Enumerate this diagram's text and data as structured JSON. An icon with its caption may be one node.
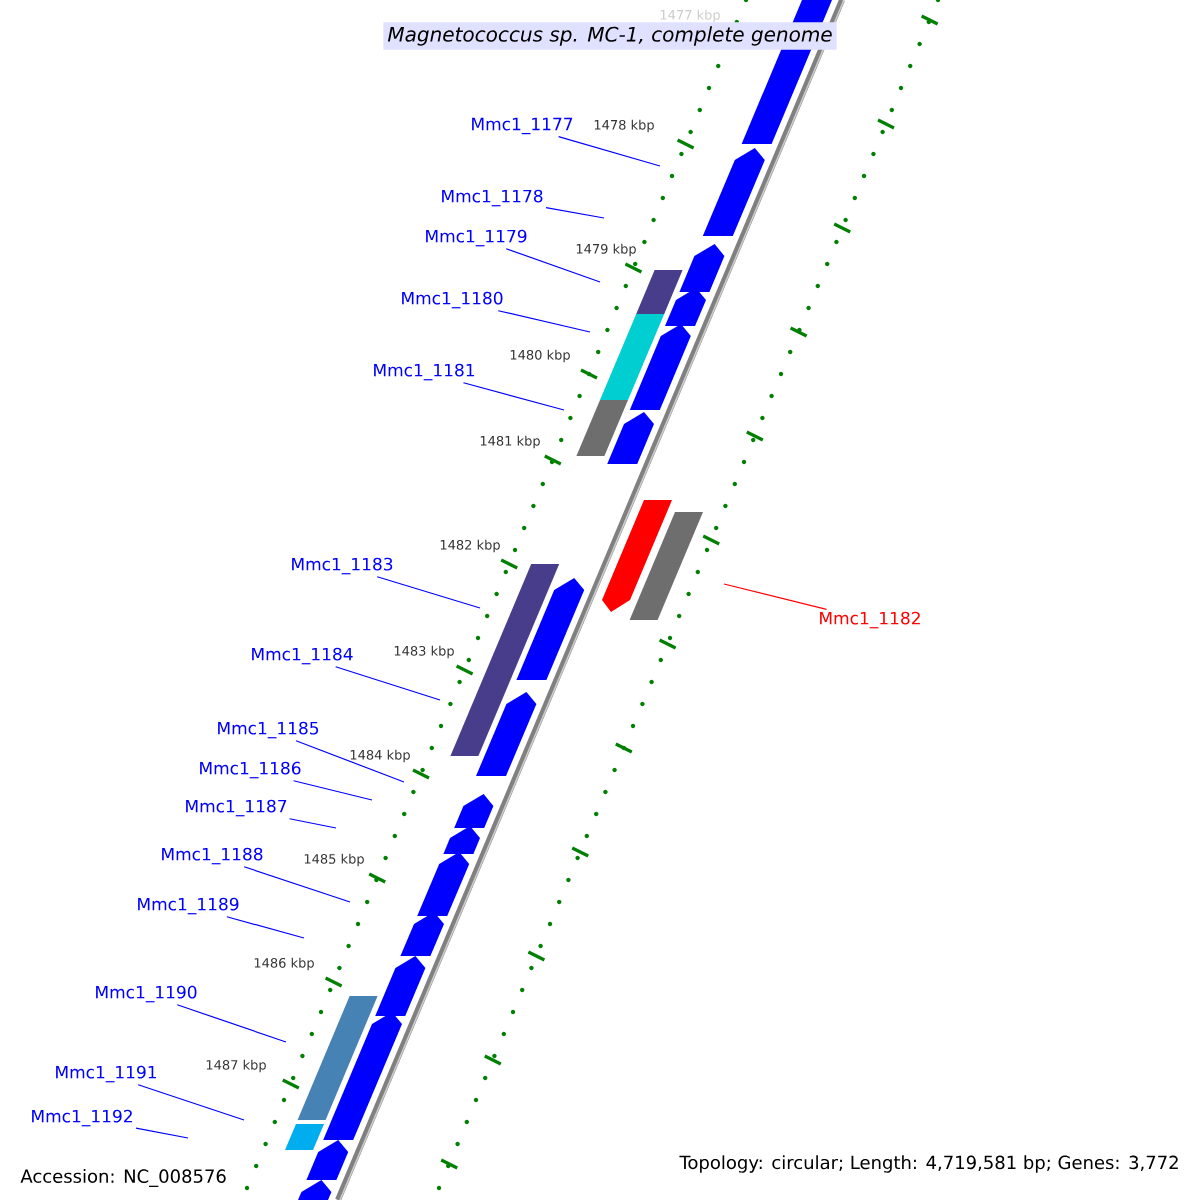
{
  "diagram": {
    "title": "Magnetococcus sp. MC-1, complete genome",
    "nodes": [
      {
        "text": [
          "Mmc1_1177"
        ]
      },
      {
        "text": [
          "Mmc1_1178"
        ]
      },
      {
        "text": [
          "Mmc1_1179"
        ]
      },
      {
        "text": [
          "Mmc1_1180"
        ]
      },
      {
        "text": [
          "Mmc1_1181"
        ]
      },
      {
        "text": [
          "Mmc1_1183"
        ]
      },
      {
        "text": [
          "Mmc1_1182"
        ]
      },
      {
        "text": [
          "Mmc1_1184"
        ]
      },
      {
        "text": [
          "Mmc1_1185"
        ]
      },
      {
        "text": [
          "Mmc1_1186"
        ]
      },
      {
        "text": [
          "Mmc1_1187"
        ]
      },
      {
        "text": [
          "Mmc1_1188"
        ]
      },
      {
        "text": [
          "Mmc1_1189"
        ]
      },
      {
        "text": [
          "Mmc1_1190"
        ]
      },
      {
        "text": [
          "Mmc1_1191"
        ]
      },
      {
        "text": [
          "Mmc1_1192"
        ]
      }
    ],
    "edges": [
      {
        "from": 0,
        "to": null,
        "arrow": "none"
      },
      {
        "from": 1,
        "to": null,
        "arrow": "none"
      },
      {
        "from": 2,
        "to": null,
        "arrow": "none"
      },
      {
        "from": 3,
        "to": null,
        "arrow": "none"
      },
      {
        "from": 4,
        "to": null,
        "arrow": "none"
      },
      {
        "from": 5,
        "to": null,
        "arrow": "none"
      },
      {
        "from": 6,
        "to": null,
        "arrow": "none",
        "color": "#ff0000"
      },
      {
        "from": 7,
        "to": null,
        "arrow": "none"
      },
      {
        "from": 8,
        "to": null,
        "arrow": "none"
      },
      {
        "from": 9,
        "to": null,
        "arrow": "none"
      },
      {
        "from": 10,
        "to": null,
        "arrow": "none"
      },
      {
        "from": 11,
        "to": null,
        "arrow": "none"
      },
      {
        "from": 12,
        "to": null,
        "arrow": "none"
      },
      {
        "from": 13,
        "to": null,
        "arrow": "none"
      },
      {
        "from": 14,
        "to": null,
        "arrow": "none"
      },
      {
        "from": 15,
        "to": null,
        "arrow": "none"
      }
    ],
    "labels": [
      "1477 kbp",
      "1478 kbp",
      "1479 kbp",
      "1480 kbp",
      "1481 kbp",
      "1482 kbp",
      "1483 kbp",
      "1484 kbp",
      "1485 kbp",
      "1486 kbp",
      "1487 kbp",
      "Accession: NC_008576",
      "Topology: circular; Length: 4,719,581 bp; Genes: 3,772"
    ]
  }
}
